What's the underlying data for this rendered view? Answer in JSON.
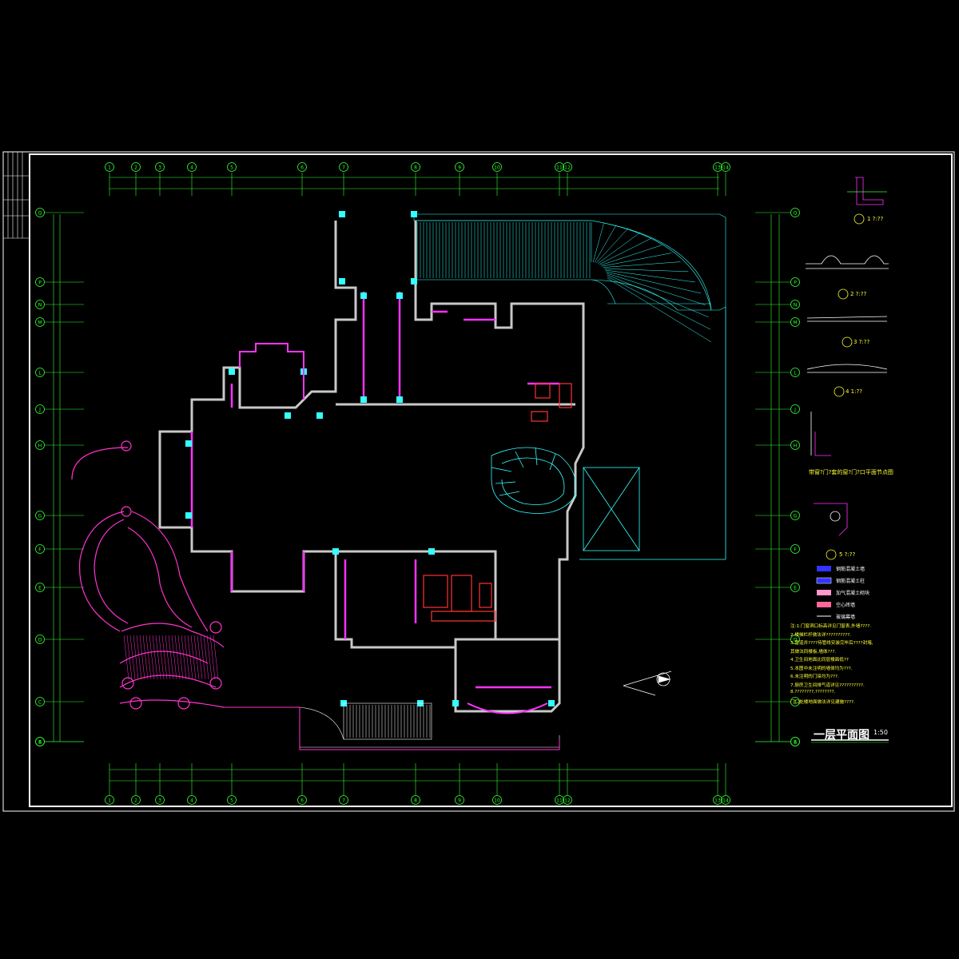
{
  "drawing": {
    "title": "一层平面图",
    "scale": "1:50",
    "colors": {
      "background": "#000000",
      "frame": "#ffffff",
      "wall": "#c8c8c8",
      "wall_fill": "#ff33ff",
      "axis": "#33ff33",
      "axis_bubble": "#33ff33",
      "stair": "#33ffff",
      "text": "#ffff33",
      "railing": "#ff33cc",
      "blue_legend": "#3333ff",
      "red": "#ff3333"
    }
  },
  "axes": {
    "top_numbers": [
      "1",
      "2",
      "3",
      "4",
      "5",
      "6",
      "7",
      "8",
      "9",
      "10",
      "11",
      "12",
      "13",
      "14"
    ],
    "left_letters": [
      "Q",
      "P",
      "N",
      "M",
      "L",
      "J",
      "H",
      "G",
      "F",
      "E",
      "D",
      "C",
      "B",
      "A"
    ],
    "right_letters": [
      "Q",
      "P",
      "N",
      "M",
      "L",
      "J",
      "H",
      "G",
      "F",
      "E",
      "D",
      "C",
      "B",
      "A"
    ]
  },
  "details": {
    "d1": "1 ?:??",
    "d2": "2 ?:??",
    "d3": "3 ?:??",
    "d4": "4 1:??",
    "d5": "5 ?:??",
    "window_node_title": "带窗?门?套的窗?门?口平面节点图"
  },
  "legend": {
    "items": [
      "钢筋混凝土墙",
      "钢筋混凝土柱",
      "加气混凝土砌块",
      "空心砖墙",
      "玻璃幕墙"
    ]
  },
  "notes": [
    "注:1.门窗洞口标高详见门窗表,外墙????.",
    "2.楼梯栏杆做法详??????????.",
    "3.管道井????待管线安装完毕后????封堵,",
    "  其做法同楼板,墙体???.",
    "4.卫生间地面比同层楼面低??",
    "5.本图中未注明的墙体均为???.",
    "6.未注明的门垛均为???.",
    "7.厨房卫生间排气道详见??????????.",
    "8.????????,????????.",
    "  门口处楼地面做法详见建施????."
  ]
}
